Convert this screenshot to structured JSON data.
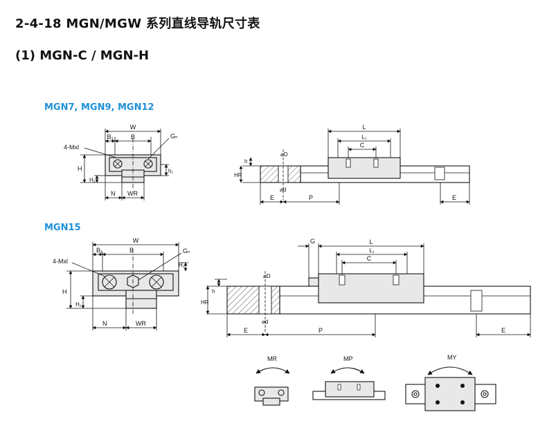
{
  "title": "2-4-18  MGN/MGW 系列直线导轨尺寸表",
  "subtitle": "(1) MGN-C / MGN-H",
  "colors": {
    "section_label": "#1e90d8",
    "line": "#111111"
  },
  "sections": [
    {
      "label": "MGN7, MGN9, MGN12",
      "front_view_dims": {
        "W": "W",
        "B1": "B₁",
        "B": "B",
        "Gn": "Gₙ",
        "mount": "4-Mxl",
        "H": "H",
        "H1": "H₁",
        "h1": "h₁",
        "N": "N",
        "WR": "WR"
      },
      "side_view_dims": {
        "L": "L",
        "L1": "L₁",
        "C": "C",
        "h": "h",
        "HR": "HR",
        "D": "⌀D",
        "d": "⌀d",
        "E_left": "E",
        "P": "P",
        "E_right": "E"
      }
    },
    {
      "label": "MGN15",
      "front_view_dims": {
        "W": "W",
        "B1": "B₁",
        "B": "B",
        "Gn": "Gₙ",
        "mount": "4-Mxl",
        "H": "H",
        "H1": "H₁",
        "H2": "H₂",
        "N": "N",
        "WR": "WR"
      },
      "side_view_dims": {
        "G": "G",
        "L": "L",
        "L1": "L₁",
        "C": "C",
        "h": "h",
        "HR": "HR",
        "D": "⌀D",
        "d": "⌀d",
        "E_left": "E",
        "P": "P",
        "E_right": "E"
      }
    }
  ],
  "moments": {
    "MR": "MR",
    "MP": "MP",
    "MY": "MY"
  }
}
